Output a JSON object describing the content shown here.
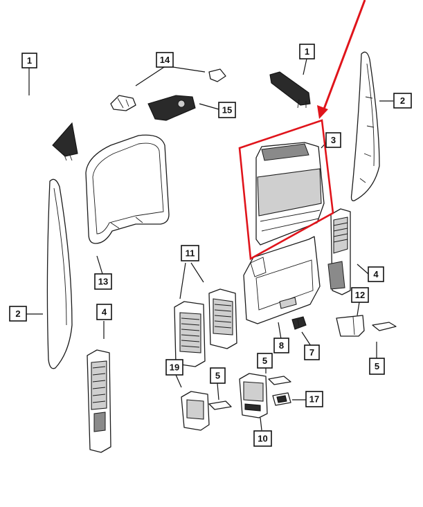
{
  "highlight_color": "#e0141b",
  "highlighted_part": "3",
  "callouts": [
    {
      "id": "c1a",
      "label": "1"
    },
    {
      "id": "c1b",
      "label": "1"
    },
    {
      "id": "c2a",
      "label": "2"
    },
    {
      "id": "c2b",
      "label": "2"
    },
    {
      "id": "c3",
      "label": "3"
    },
    {
      "id": "c4a",
      "label": "4"
    },
    {
      "id": "c4b",
      "label": "4"
    },
    {
      "id": "c5a",
      "label": "5"
    },
    {
      "id": "c5b",
      "label": "5"
    },
    {
      "id": "c5c",
      "label": "5"
    },
    {
      "id": "c7",
      "label": "7"
    },
    {
      "id": "c8",
      "label": "8"
    },
    {
      "id": "c10",
      "label": "10"
    },
    {
      "id": "c11",
      "label": "11"
    },
    {
      "id": "c12",
      "label": "12"
    },
    {
      "id": "c13",
      "label": "13"
    },
    {
      "id": "c14",
      "label": "14"
    },
    {
      "id": "c15",
      "label": "15"
    },
    {
      "id": "c17",
      "label": "17"
    },
    {
      "id": "c19",
      "label": "19"
    }
  ]
}
